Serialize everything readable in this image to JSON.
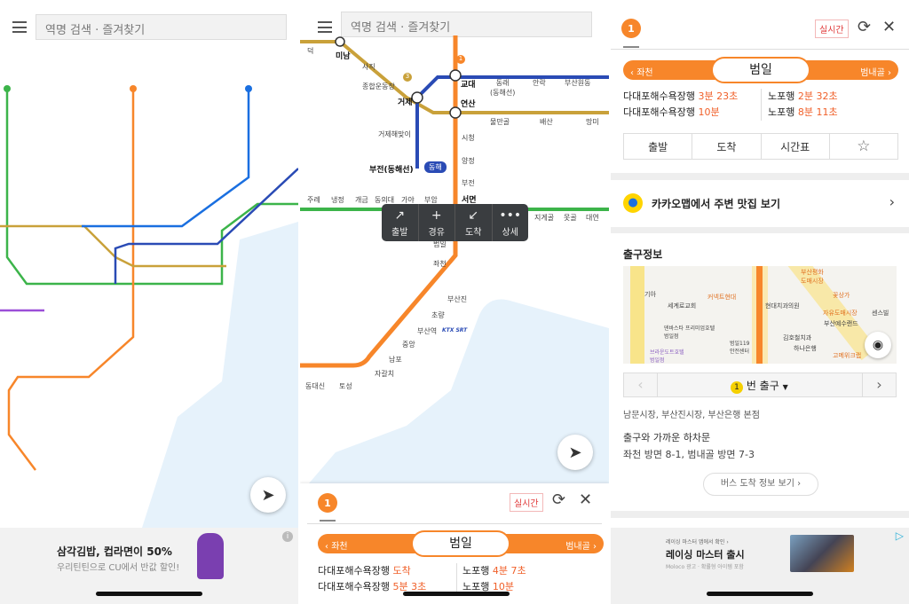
{
  "search_placeholder": "역명 검색 · 즐겨찾기",
  "left": {
    "ad": {
      "title": "삼각김밥, 컵라면이 50%",
      "subtitle": "우리틴틴으로 CU에서 반값 할인!"
    }
  },
  "middle": {
    "stations": [
      "덕",
      "미남",
      "사직",
      "종합운동장",
      "거제",
      "교대",
      "동래\n(동해선)",
      "안락",
      "부산원동",
      "연산",
      "물만골",
      "배산",
      "망미",
      "거제해맞이",
      "부전(동해선)",
      "동해",
      "시청",
      "양정",
      "부전",
      "서면",
      "주례",
      "냉정",
      "개금",
      "동의대",
      "가야",
      "부암",
      "지게골",
      "못골",
      "대연",
      "범일",
      "좌천",
      "부산진",
      "초량",
      "부산역",
      "중앙",
      "남포",
      "자갈치",
      "동대신",
      "토성",
      "KTX SRT",
      "1",
      "3"
    ],
    "popup": [
      {
        "label": "출발",
        "icon": "↗"
      },
      {
        "label": "경유",
        "icon": "+"
      },
      {
        "label": "도착",
        "icon": "↙"
      },
      {
        "label": "상세",
        "icon": "•••"
      }
    ],
    "sheet": {
      "line_badge": "1",
      "realtime": "실시간",
      "prev": "좌천",
      "station": "범일",
      "next": "범내골",
      "times": [
        {
          "dest": "다대포해수욕장행",
          "time": "도착"
        },
        {
          "dest": "다대포해수욕장행",
          "time": "5분 3초"
        },
        {
          "dest": "노포행",
          "time": "4분 7초"
        },
        {
          "dest": "노포행",
          "time": "10분"
        }
      ]
    }
  },
  "right": {
    "line_badge": "1",
    "realtime": "실시간",
    "prev": "좌천",
    "station": "범일",
    "next": "범내골",
    "times": [
      {
        "dest": "다대포해수욕장행",
        "time": "3분 23초"
      },
      {
        "dest": "다대포해수욕장행",
        "time": "10분"
      },
      {
        "dest": "노포행",
        "time": "2분 32초"
      },
      {
        "dest": "노포행",
        "time": "8분 11초"
      }
    ],
    "buttons": [
      "출발",
      "도착",
      "시간표"
    ],
    "kakao": "카카오맵에서 주변 맛집 보기",
    "exit_title": "출구정보",
    "map_labels": [
      "부산평화\n도매시장",
      "꽃상가",
      "자유도매시장",
      "센스빌",
      "커넥트현대",
      "세계로교회",
      "기아",
      "덴바스타 프리미엄호텔\n범일점",
      "브라운도트호텔\n범일점",
      "김호철치과",
      "하나은행",
      "부산예수랜드",
      "고메위크랩",
      "범일119\n안전센터",
      "현대치과의원"
    ],
    "exit_number": "1",
    "exit_label": "번 출구",
    "exit_places": "남문시장, 부산진시장, 부산은행 본점",
    "bus_title": "출구와 가까운 하차문",
    "bus_info": "좌천 방면 8-1, 범내골 방면 7-3",
    "bus_button": "버스 도착 정보 보기",
    "ad": {
      "source": "레이싱 마스터 앱에서 확인 ›",
      "title": "레이싱 마스터 출시",
      "meta": "Moloco 광고 · 확률형 아이템 포함"
    }
  },
  "colors": {
    "line1": "#f7862a",
    "line2": "#3cb44a",
    "line3": "#c9a13a",
    "line4": "#1a6fe0",
    "donghae": "#2a4bb5",
    "accent": "#f0602a"
  }
}
